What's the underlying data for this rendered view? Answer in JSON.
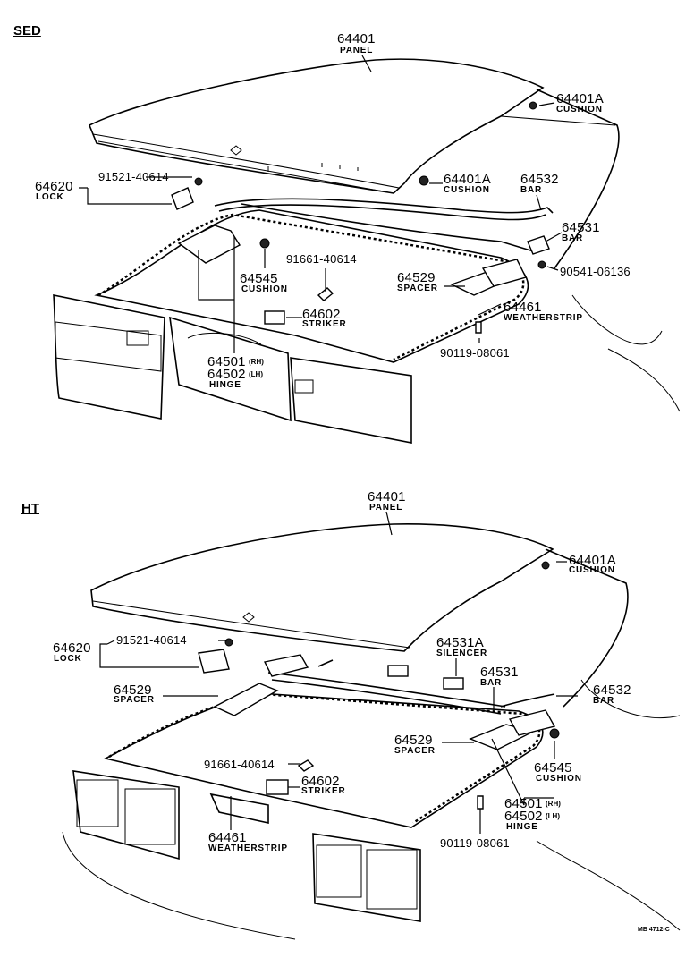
{
  "sed": {
    "title": "SED",
    "panel_num": "64401",
    "panel_lbl": "PANEL",
    "cushion_a1_num": "64401A",
    "cushion_a1_lbl": "CUSHION",
    "cushion_a2_num": "64401A",
    "cushion_a2_lbl": "CUSHION",
    "bar_532_num": "64532",
    "bar_532_lbl": "BAR",
    "bar_531_num": "64531",
    "bar_531_lbl": "BAR",
    "bolt_90541": "90541-06136",
    "lock_num": "64620",
    "lock_lbl": "LOCK",
    "screw_91521": "91521-40614",
    "cushion_545_num": "64545",
    "cushion_545_lbl": "CUSHION",
    "bolt_91661": "91661-40614",
    "spacer_num": "64529",
    "spacer_lbl": "SPACER",
    "weather_num": "64461",
    "weather_lbl": "WEATHERSTRIP",
    "striker_num": "64602",
    "striker_lbl": "STRIKER",
    "hinge_rh_num": "64501",
    "hinge_rh_tag": "(RH)",
    "hinge_lh_num": "64502",
    "hinge_lh_tag": "(LH)",
    "hinge_lbl": "HINGE",
    "bolt_90119": "90119-08061"
  },
  "ht": {
    "title": "HT",
    "panel_num": "64401",
    "panel_lbl": "PANEL",
    "cushion_a_num": "64401A",
    "cushion_a_lbl": "CUSHION",
    "lock_num": "64620",
    "lock_lbl": "LOCK",
    "screw_91521": "91521-40614",
    "silencer_num": "64531A",
    "silencer_lbl": "SILENCER",
    "bar_531_num": "64531",
    "bar_531_lbl": "BAR",
    "bar_532_num": "64532",
    "bar_532_lbl": "BAR",
    "spacer1_num": "64529",
    "spacer1_lbl": "SPACER",
    "spacer2_num": "64529",
    "spacer2_lbl": "SPACER",
    "cushion_545_num": "64545",
    "cushion_545_lbl": "CUSHION",
    "bolt_91661": "91661-40614",
    "striker_num": "64602",
    "striker_lbl": "STRIKER",
    "hinge_rh_num": "64501",
    "hinge_rh_tag": "(RH)",
    "hinge_lh_num": "64502",
    "hinge_lh_tag": "(LH)",
    "hinge_lbl": "HINGE",
    "weather_num": "64461",
    "weather_lbl": "WEATHERSTRIP",
    "bolt_90119": "90119-08061"
  },
  "footer": {
    "ref": "MB 4712-C"
  }
}
